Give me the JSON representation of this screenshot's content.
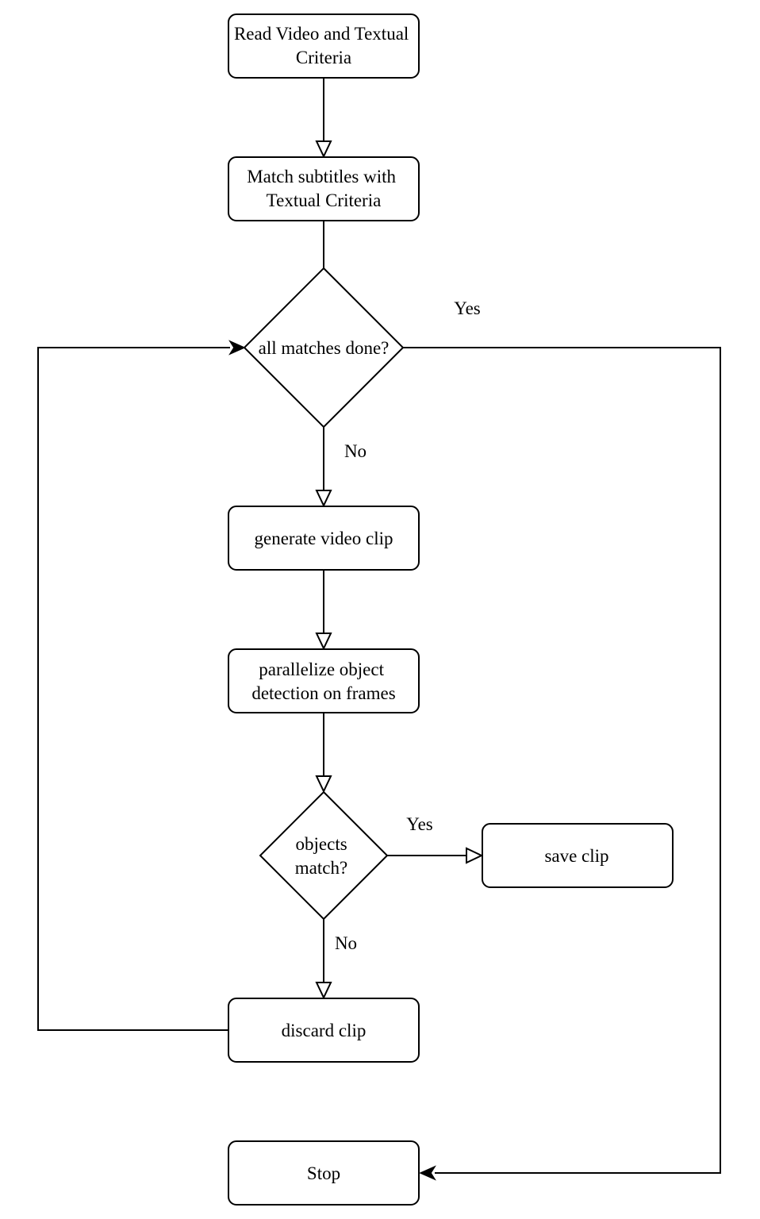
{
  "nodes": {
    "read": {
      "shape": "rounded-rect",
      "lines": [
        "Read Video and Textual",
        "Criteria"
      ]
    },
    "match": {
      "shape": "rounded-rect",
      "lines": [
        "Match subtitles with",
        "Textual Criteria"
      ]
    },
    "all_done": {
      "shape": "diamond",
      "lines": [
        "all matches done?"
      ]
    },
    "generate": {
      "shape": "rounded-rect",
      "lines": [
        "generate video clip"
      ]
    },
    "parallelize": {
      "shape": "rounded-rect",
      "lines": [
        "parallelize object",
        "detection on frames"
      ]
    },
    "objects_match": {
      "shape": "diamond",
      "lines": [
        "objects",
        "match?"
      ]
    },
    "save": {
      "shape": "rounded-rect",
      "lines": [
        "save clip"
      ]
    },
    "discard": {
      "shape": "rounded-rect",
      "lines": [
        "discard clip"
      ]
    },
    "stop": {
      "shape": "rounded-rect",
      "lines": [
        "Stop"
      ]
    }
  },
  "edges": {
    "read_to_match": {
      "from": "read",
      "to": "match",
      "label": ""
    },
    "match_to_all_done": {
      "from": "match",
      "to": "all_done",
      "label": ""
    },
    "all_done_no": {
      "from": "all_done",
      "to": "generate",
      "label": "No"
    },
    "all_done_yes": {
      "from": "all_done",
      "to": "stop",
      "label": "Yes"
    },
    "generate_to_parallelize": {
      "from": "generate",
      "to": "parallelize",
      "label": ""
    },
    "parallelize_to_objects_match": {
      "from": "parallelize",
      "to": "objects_match",
      "label": ""
    },
    "objects_match_yes": {
      "from": "objects_match",
      "to": "save",
      "label": "Yes"
    },
    "objects_match_no": {
      "from": "objects_match",
      "to": "discard",
      "label": "No"
    },
    "discard_to_all_done": {
      "from": "discard",
      "to": "all_done",
      "label": ""
    }
  },
  "colors": {
    "stroke": "#000000",
    "fill": "#ffffff",
    "text": "#000000"
  }
}
